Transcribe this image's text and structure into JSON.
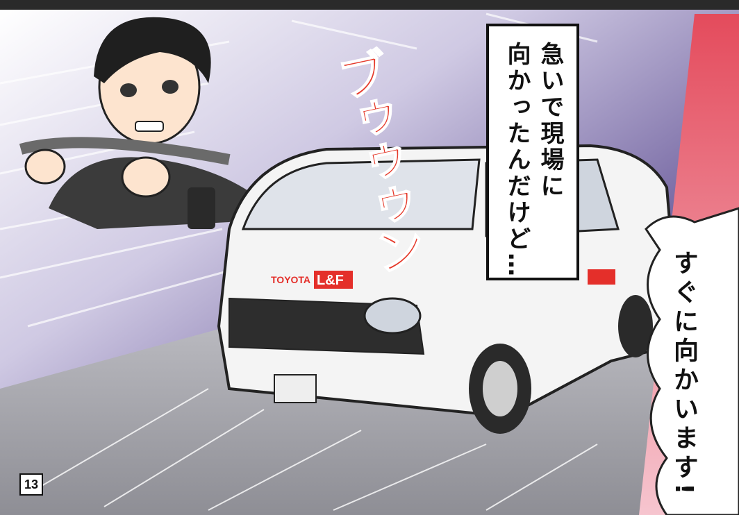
{
  "narration": {
    "text": "急いで現場に\n向かったんだけど…"
  },
  "speech": {
    "text": "すぐに向かいます!"
  },
  "sfx": {
    "text": "ブゥゥゥン"
  },
  "brand": {
    "maker": "TOYOTA",
    "logo": "L&F"
  },
  "page": {
    "number": "13"
  },
  "colors": {
    "sky": "#5a4d8a",
    "sfx": "#e53b2c",
    "van": "#f4f4f4",
    "road": "#a7a7ad"
  }
}
